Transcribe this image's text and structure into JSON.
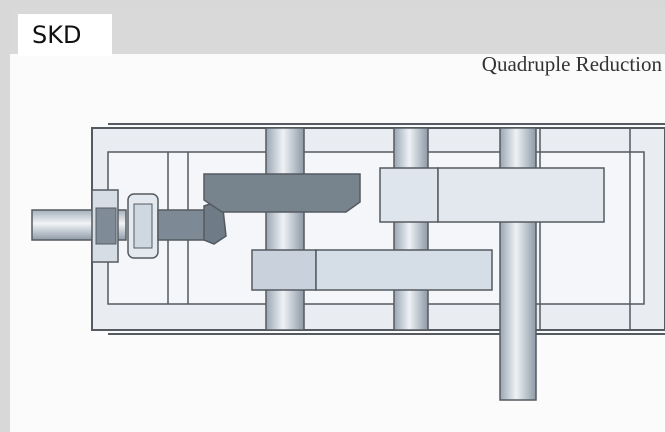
{
  "header": {
    "tab_label": "SKD"
  },
  "diagram": {
    "subtitle": "Quadruple Reduction",
    "colors": {
      "housing_fill": "#e9edf2",
      "housing_stroke": "#555a60",
      "shaft_fill": "#c3ccd6",
      "pinion_fill": "#77838d",
      "gear_fill": "#d5dde6",
      "inner_gear_fill": "#b4bfcb"
    },
    "components": [
      "gearbox-housing",
      "input-shaft",
      "input-coupling",
      "input-pinion",
      "first-stage-gear",
      "intermediate-shaft-1",
      "second-stage-gear",
      "intermediate-shaft-2",
      "third-stage-gear",
      "output-shaft"
    ]
  }
}
